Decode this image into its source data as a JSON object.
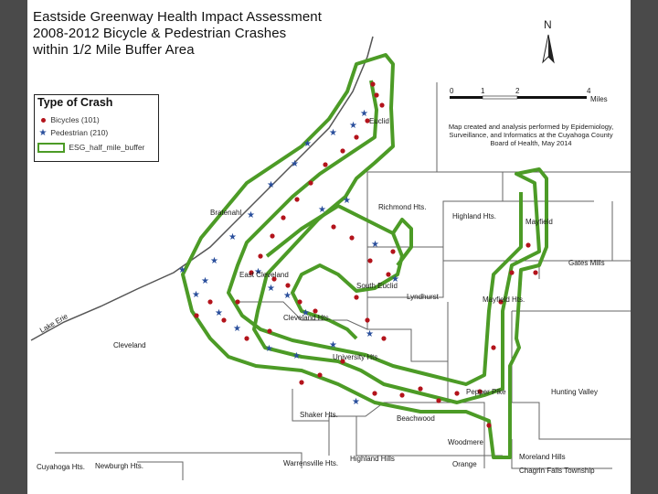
{
  "title": {
    "line1": "Eastside Greenway Health Impact Assessment",
    "line2": "2008-2012 Bicycle & Pedestrian Crashes",
    "line3": "within 1/2 Mile Buffer Area"
  },
  "legend": {
    "title": "Type of Crash",
    "items": [
      {
        "label": "Bicycles (101)",
        "symbol": "red-dot-icon",
        "color": "#b3131b"
      },
      {
        "label": "Pedestrian (210)",
        "symbol": "blue-star-icon",
        "color": "#2a4f9c"
      },
      {
        "label": "ESG_half_mile_buffer",
        "symbol": "green-outline-icon",
        "color": "#4c9b26"
      }
    ]
  },
  "north_arrow": {
    "label": "N"
  },
  "scale": {
    "ticks": [
      "0",
      "1",
      "2",
      "4"
    ],
    "unit": "Miles"
  },
  "credit": "Map created and analysis performed by Epidemiology, Surveillance, and Informatics at the Cuyahoga County Board of Health, May 2014",
  "places": [
    "Euclid",
    "Bratenahl",
    "Richmond Hts.",
    "Highland Hts.",
    "Mayfield",
    "Gates Mills",
    "East Cleveland",
    "South Euclid",
    "Lyndhurst",
    "Mayfield Hts.",
    "Cleveland Hts.",
    "Cleveland",
    "University Hts.",
    "Pepper Pike",
    "Hunting Valley",
    "Shaker Hts.",
    "Beachwood",
    "Woodmere",
    "Cuyahoga Hts.",
    "Newburgh Hts.",
    "Warrensville Hts.",
    "Highland Hills",
    "Orange",
    "Moreland Hills",
    "Chagrin Falls Township",
    "Lake Erie"
  ],
  "colors": {
    "bicycle": "#b3131b",
    "pedestrian": "#2a4f9c",
    "buffer": "#4c9b26",
    "boundary": "#555555"
  }
}
